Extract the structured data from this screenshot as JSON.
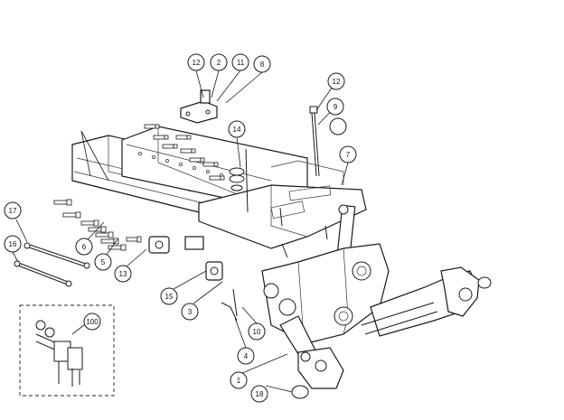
{
  "callouts": [
    {
      "id": "c-12a",
      "label": "12"
    },
    {
      "id": "c-2",
      "label": "2"
    },
    {
      "id": "c-11",
      "label": "11"
    },
    {
      "id": "c-8",
      "label": "8"
    },
    {
      "id": "c-12b",
      "label": "12"
    },
    {
      "id": "c-9",
      "label": "9"
    },
    {
      "id": "c-14",
      "label": "14"
    },
    {
      "id": "c-7",
      "label": "7"
    },
    {
      "id": "c-17",
      "label": "17"
    },
    {
      "id": "c-16",
      "label": "16"
    },
    {
      "id": "c-6",
      "label": "6"
    },
    {
      "id": "c-5",
      "label": "5"
    },
    {
      "id": "c-13",
      "label": "13"
    },
    {
      "id": "c-15",
      "label": "15"
    },
    {
      "id": "c-3",
      "label": "3"
    },
    {
      "id": "c-10",
      "label": "10"
    },
    {
      "id": "c-4",
      "label": "4"
    },
    {
      "id": "c-1",
      "label": "1"
    },
    {
      "id": "c-18",
      "label": "18"
    },
    {
      "id": "c-100",
      "label": "100"
    }
  ]
}
